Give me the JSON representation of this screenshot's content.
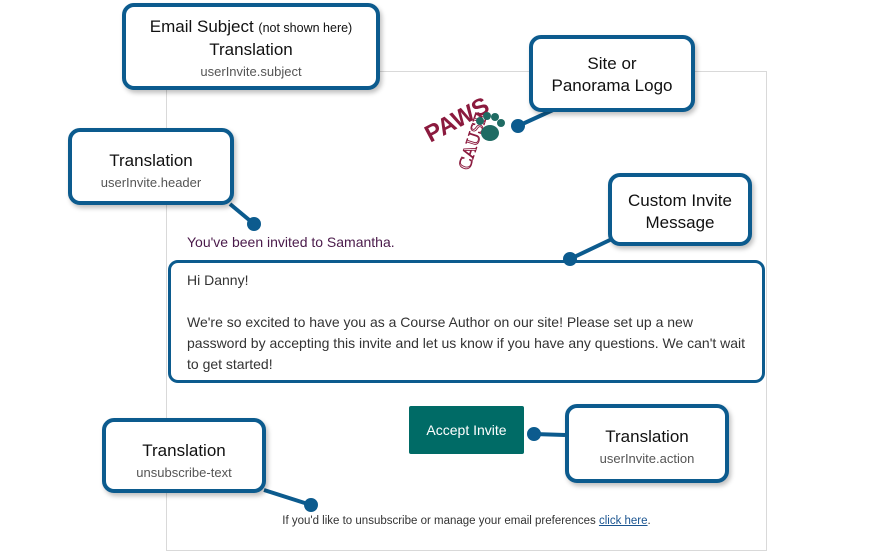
{
  "email": {
    "header_text": "You've been invited to Samantha.",
    "message": {
      "greeting": "Hi Danny!",
      "body": "We're so excited to have you as a Course Author on our site! Please set up a new password by accepting this invite and let us know if you have any questions. We can't wait to get started!"
    },
    "accept_button_label": "Accept Invite",
    "unsubscribe_text": "If you'd like to unsubscribe or manage your email preferences",
    "unsubscribe_link_label": "click here",
    "unsubscribe_suffix": "."
  },
  "logo": {
    "word_top": "PAWS",
    "word_bottom": "CAUSE",
    "colors": {
      "brand": "#8b1a3e",
      "paw": "#1f6b63"
    }
  },
  "callouts": {
    "subject": {
      "title": "Email Subject",
      "note": "(not shown here)",
      "subtitle": "Translation",
      "key": "userInvite.subject"
    },
    "logo": {
      "title_line1": "Site or",
      "title_line2": "Panorama Logo"
    },
    "header": {
      "title": "Translation",
      "key": "userInvite.header"
    },
    "custom": {
      "title_line1": "Custom Invite",
      "title_line2": "Message"
    },
    "unsubscribe": {
      "title": "Translation",
      "key": "unsubscribe-text"
    },
    "action": {
      "title": "Translation",
      "key": "userInvite.action"
    }
  },
  "colors": {
    "callout_border": "#0c5b8e",
    "button_bg": "#006b66",
    "header_text": "#4a1a4a",
    "link": "#1a5490"
  }
}
